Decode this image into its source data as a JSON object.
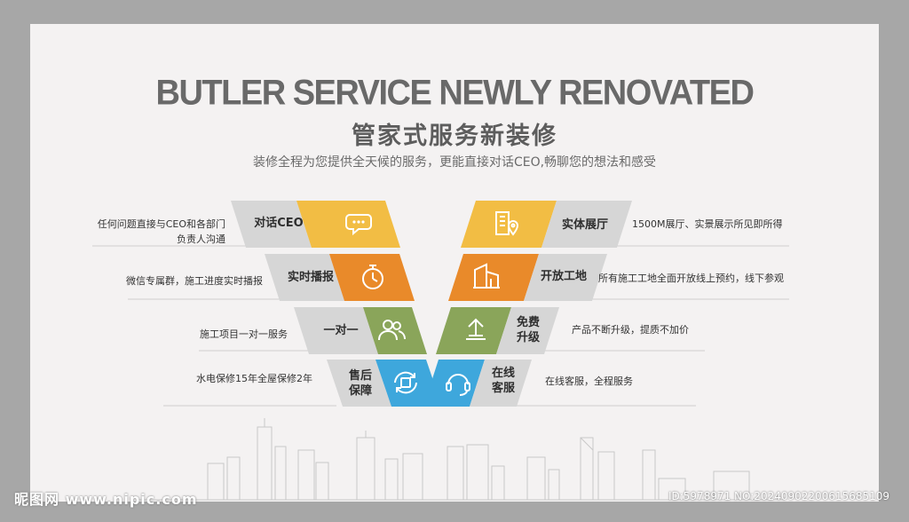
{
  "header": {
    "title_en": "BUTLER SERVICE NEWLY RENOVATED",
    "title_cn": "管家式服务新装修",
    "subtitle": "装修全程为您提供全天候的服务，更能直接对话CEO,畅聊您的想法和感受"
  },
  "left_items": [
    {
      "label": "对话CEO",
      "desc_line1": "任何问题直接与CEO和各部门",
      "desc_line2": "负责人沟通",
      "icon": "chat-bubble-icon",
      "color": "#f2bd44"
    },
    {
      "label": "实时播报",
      "desc_line1": "微信专属群，施工进度实时播报",
      "desc_line2": "",
      "icon": "stopwatch-icon",
      "color": "#e98a2a"
    },
    {
      "label": "一对一",
      "desc_line1": "施工项目一对一服务",
      "desc_line2": "",
      "icon": "users-icon",
      "color": "#8aa55a"
    },
    {
      "label_line1": "售后",
      "label_line2": "保障",
      "desc_line1": "水电保修15年全屋保修2年",
      "desc_line2": "",
      "icon": "after-sales-icon",
      "color": "#3ea7dc"
    }
  ],
  "right_items": [
    {
      "label": "实体展厅",
      "desc_line1": "1500M展厅、实景展示所见即所得",
      "icon": "showroom-building-icon",
      "color": "#f2bd44"
    },
    {
      "label": "开放工地",
      "desc_line1": "所有施工工地全面开放线上预约，线下参观",
      "icon": "construction-site-icon",
      "color": "#e98a2a"
    },
    {
      "label_line1": "免费",
      "label_line2": "升级",
      "desc_line1": "产品不断升级，提质不加价",
      "icon": "upgrade-icon",
      "color": "#8aa55a"
    },
    {
      "label_line1": "在线",
      "label_line2": "客服",
      "desc_line1": "在线客服，全程服务",
      "icon": "headset-icon",
      "color": "#3ea7dc"
    }
  ],
  "watermark": {
    "left": "昵图网 www.nipic.com",
    "right": "ID:5978971 NO:20240902200615685109"
  }
}
